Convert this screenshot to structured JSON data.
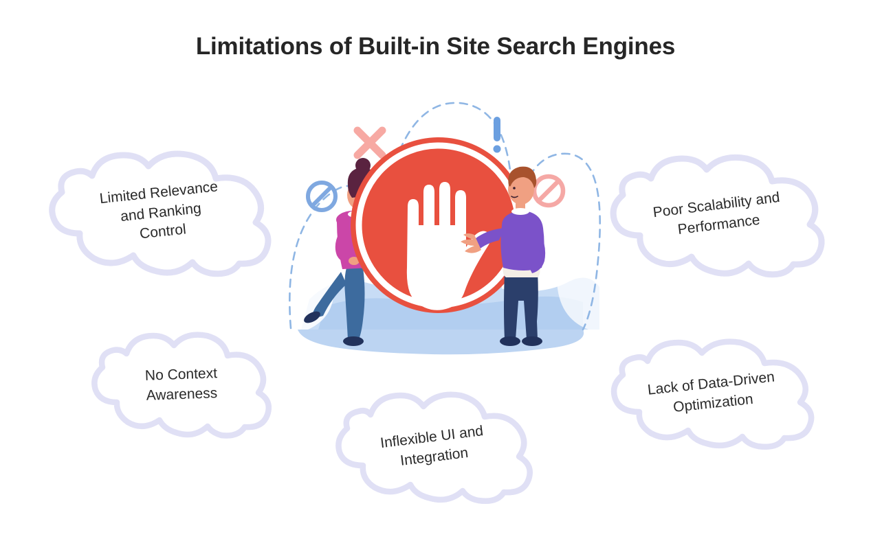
{
  "page": {
    "title": "Limitations of Built-in Site Search Engines",
    "background_color": "#ffffff",
    "title_color": "#262626"
  },
  "clouds": [
    {
      "id": "limited-relevance",
      "label": "Limited Relevance\nand Ranking\nControl",
      "position": "top-left",
      "border_color": "#e0e0f5",
      "fill_color": "#ffffff"
    },
    {
      "id": "poor-scalability",
      "label": "Poor Scalability and\nPerformance",
      "position": "top-right",
      "border_color": "#e0e0f5",
      "fill_color": "#ffffff"
    },
    {
      "id": "no-context",
      "label": "No Context\nAwareness",
      "position": "mid-left",
      "border_color": "#e0e0f5",
      "fill_color": "#ffffff"
    },
    {
      "id": "lack-data",
      "label": "Lack of Data-Driven\nOptimization",
      "position": "mid-right",
      "border_color": "#e0e0f5",
      "fill_color": "#ffffff"
    },
    {
      "id": "inflexible-ui",
      "label": "Inflexible UI and\nIntegration",
      "position": "bottom-center",
      "border_color": "#e0e0f5",
      "fill_color": "#ffffff"
    }
  ],
  "illustration": {
    "name": "stop-hand-illustration",
    "description": "Large red circular stop sign with a white raised palm, flanked by two standing people",
    "colors": {
      "stop_red": "#e8503f",
      "stop_ring_white": "#ffffff",
      "background_blue_light": "#c7dcf5",
      "background_blue_mid": "#aecbee",
      "ground_blue": "#bcd4f2",
      "dashed_arc": "#8fb6e4",
      "cross_pink": "#f7a9a3",
      "exclamation_blue": "#6b9fe0",
      "prohibition_blue": "#7fa8e0",
      "prohibition_pink": "#f5a8a5",
      "woman_top": "#cb46a8",
      "woman_jeans": "#3d6b9e",
      "woman_hair": "#5a2340",
      "man_sweater": "#7b52c9",
      "man_pants": "#2b3f6b",
      "man_hair": "#a8522d",
      "skin": "#f0a082",
      "shoes_navy": "#22325c"
    },
    "elements": [
      {
        "name": "stop-sign",
        "label": "red circle with white hand"
      },
      {
        "name": "woman-figure",
        "label": "woman in pink top and jeans"
      },
      {
        "name": "man-figure",
        "label": "man in purple sweater and navy pants"
      },
      {
        "name": "cross-mark",
        "label": "pink X mark"
      },
      {
        "name": "exclamation-mark",
        "label": "blue exclamation mark"
      },
      {
        "name": "prohibition-left",
        "label": "blue no-entry sign"
      },
      {
        "name": "prohibition-right",
        "label": "pink no-entry sign"
      },
      {
        "name": "dashed-arcs",
        "label": "blue dashed arcs"
      }
    ]
  }
}
